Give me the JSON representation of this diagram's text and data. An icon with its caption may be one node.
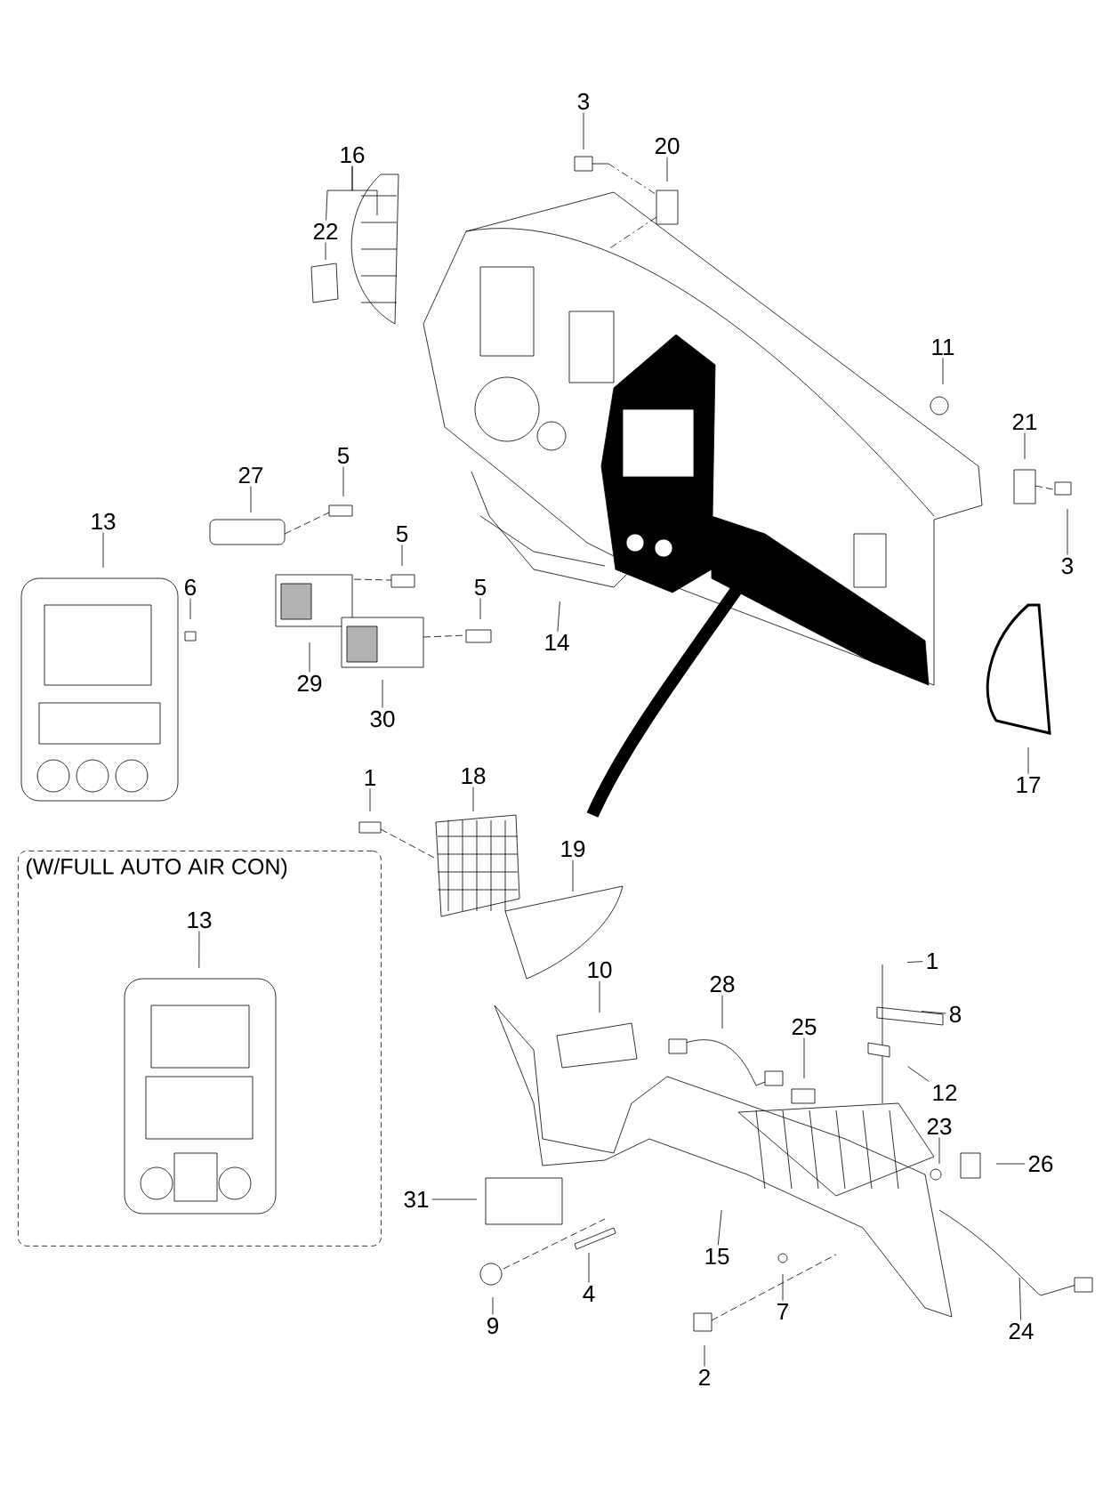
{
  "diagram": {
    "nodes": [
      {
        "text": [
          "3"
        ]
      },
      {
        "text": [
          "16"
        ]
      },
      {
        "text": [
          "20"
        ]
      },
      {
        "text": [
          "22"
        ]
      },
      {
        "text": [
          "11"
        ]
      },
      {
        "text": [
          "21"
        ]
      },
      {
        "text": [
          "5"
        ]
      },
      {
        "text": [
          "27"
        ]
      },
      {
        "text": [
          "13"
        ]
      },
      {
        "text": [
          "5"
        ]
      },
      {
        "text": [
          "3"
        ]
      },
      {
        "text": [
          "6"
        ]
      },
      {
        "text": [
          "5"
        ]
      },
      {
        "text": [
          "14"
        ]
      },
      {
        "text": [
          "29"
        ]
      },
      {
        "text": [
          "30"
        ]
      },
      {
        "text": [
          "1"
        ]
      },
      {
        "text": [
          "18"
        ]
      },
      {
        "text": [
          "17"
        ]
      },
      {
        "text": [
          "19"
        ]
      },
      {
        "text": [
          "(W/FULL AUTO AIR CON)"
        ]
      },
      {
        "text": [
          "13"
        ],
        "in": 20
      },
      {
        "text": [
          "1"
        ]
      },
      {
        "text": [
          "10"
        ]
      },
      {
        "text": [
          "28"
        ]
      },
      {
        "text": [
          "8"
        ]
      },
      {
        "text": [
          "25"
        ]
      },
      {
        "text": [
          "12"
        ]
      },
      {
        "text": [
          "23"
        ]
      },
      {
        "text": [
          "26"
        ]
      },
      {
        "text": [
          "31"
        ]
      },
      {
        "text": [
          "15"
        ]
      },
      {
        "text": [
          "4"
        ]
      },
      {
        "text": [
          "7"
        ]
      },
      {
        "text": [
          "24"
        ]
      },
      {
        "text": [
          "9"
        ]
      },
      {
        "text": [
          "2"
        ]
      }
    ],
    "edges": [
      {
        "from": 0,
        "to": null,
        "arrow": "none"
      },
      {
        "from": 1,
        "to": 3,
        "arrow": "none"
      },
      {
        "from": 1,
        "to": null,
        "arrow": "none"
      },
      {
        "from": 2,
        "to": null,
        "arrow": "none"
      },
      {
        "from": 3,
        "to": null,
        "arrow": "none"
      },
      {
        "from": 4,
        "to": null,
        "arrow": "none"
      },
      {
        "from": 5,
        "to": null,
        "arrow": "none"
      },
      {
        "from": 6,
        "to": null,
        "arrow": "none"
      },
      {
        "from": 7,
        "to": null,
        "arrow": "none"
      },
      {
        "from": 8,
        "to": null,
        "arrow": "none"
      },
      {
        "from": 9,
        "to": null,
        "arrow": "none"
      },
      {
        "from": 10,
        "to": null,
        "arrow": "none"
      },
      {
        "from": 11,
        "to": null,
        "arrow": "none"
      },
      {
        "from": 12,
        "to": null,
        "arrow": "none"
      },
      {
        "from": 13,
        "to": null,
        "arrow": "none"
      },
      {
        "from": 14,
        "to": null,
        "arrow": "none"
      },
      {
        "from": 15,
        "to": null,
        "arrow": "none"
      },
      {
        "from": 16,
        "to": null,
        "arrow": "none"
      },
      {
        "from": 17,
        "to": null,
        "arrow": "none"
      },
      {
        "from": 18,
        "to": null,
        "arrow": "none"
      },
      {
        "from": 19,
        "to": null,
        "arrow": "none"
      },
      {
        "from": 21,
        "to": null,
        "arrow": "none"
      },
      {
        "from": 22,
        "to": null,
        "arrow": "none"
      },
      {
        "from": 23,
        "to": null,
        "arrow": "none"
      },
      {
        "from": 24,
        "to": null,
        "arrow": "none"
      },
      {
        "from": 25,
        "to": null,
        "arrow": "none"
      },
      {
        "from": 26,
        "to": null,
        "arrow": "none"
      },
      {
        "from": 27,
        "to": null,
        "arrow": "none"
      },
      {
        "from": 28,
        "to": null,
        "arrow": "none"
      },
      {
        "from": 29,
        "to": null,
        "arrow": "none"
      },
      {
        "from": 30,
        "to": null,
        "arrow": "none"
      },
      {
        "from": 31,
        "to": null,
        "arrow": "none"
      },
      {
        "from": 32,
        "to": null,
        "arrow": "none"
      },
      {
        "from": 33,
        "to": null,
        "arrow": "none"
      },
      {
        "from": 34,
        "to": null,
        "arrow": "none"
      },
      {
        "from": 35,
        "to": null,
        "arrow": "none"
      },
      {
        "from": 36,
        "to": null,
        "arrow": "none"
      }
    ]
  }
}
